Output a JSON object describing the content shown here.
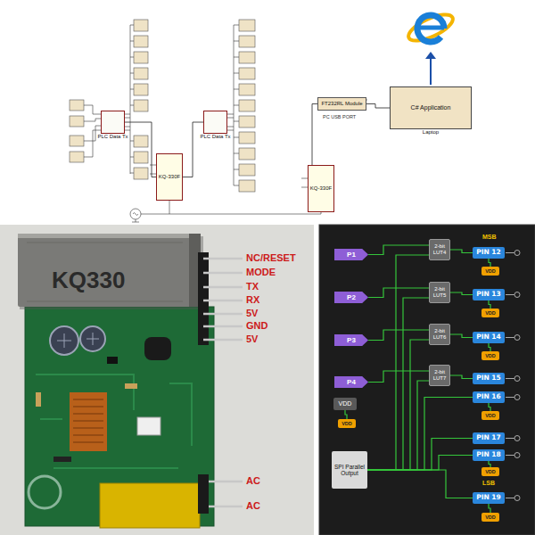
{
  "diagram": {
    "nodes": [
      {
        "text": [
          "PLC Data Tx"
        ]
      },
      {
        "text": [
          "PLC Data Tx"
        ]
      },
      {
        "text": [
          "KQ-330F"
        ]
      },
      {
        "text": [
          "KQ-330F"
        ]
      },
      {
        "text": [
          "FT232RL Module"
        ]
      },
      {
        "text": [
          "C# Application",
          "Laptop"
        ]
      },
      {
        "text": [
          "P1"
        ]
      },
      {
        "text": [
          "P2"
        ]
      },
      {
        "text": [
          "P3"
        ]
      },
      {
        "text": [
          "P4"
        ]
      },
      {
        "text": [
          "2-bit LUT4"
        ]
      },
      {
        "text": [
          "2-bit LUT5"
        ]
      },
      {
        "text": [
          "2-bit LUT6"
        ]
      },
      {
        "text": [
          "2-bit LUT7"
        ]
      },
      {
        "text": [
          "PIN 12"
        ]
      },
      {
        "text": [
          "PIN 13"
        ]
      },
      {
        "text": [
          "PIN 14"
        ]
      },
      {
        "text": [
          "PIN 15"
        ]
      },
      {
        "text": [
          "PIN 16"
        ]
      },
      {
        "text": [
          "PIN 17"
        ]
      },
      {
        "text": [
          "PIN 18"
        ]
      },
      {
        "text": [
          "PIN 19"
        ]
      },
      {
        "text": [
          "VDD"
        ]
      },
      {
        "text": [
          "SPI Parallel Output"
        ]
      },
      {
        "text": [
          "VDD"
        ]
      },
      {
        "text": [
          "VDD"
        ]
      },
      {
        "text": [
          "VDD"
        ]
      },
      {
        "text": [
          "VDD"
        ]
      },
      {
        "text": [
          "VDD"
        ]
      },
      {
        "text": [
          "VDD"
        ]
      },
      {
        "text": [
          "VDD"
        ]
      }
    ],
    "edges": [
      {
        "from": 0,
        "to": 2,
        "arrow": "none"
      },
      {
        "from": 2,
        "to": 1,
        "arrow": "none"
      },
      {
        "from": 3,
        "to": 4,
        "arrow": "none"
      },
      {
        "from": 4,
        "to": 5,
        "arrow": "none"
      },
      {
        "from": 6,
        "to": 10,
        "arrow": "none"
      },
      {
        "from": 7,
        "to": 11,
        "arrow": "none"
      },
      {
        "from": 8,
        "to": 12,
        "arrow": "none"
      },
      {
        "from": 9,
        "to": 13,
        "arrow": "none"
      },
      {
        "from": 23,
        "to": 10,
        "arrow": "none"
      },
      {
        "from": 23,
        "to": 11,
        "arrow": "none"
      },
      {
        "from": 23,
        "to": 12,
        "arrow": "none"
      },
      {
        "from": 23,
        "to": 13,
        "arrow": "none"
      },
      {
        "from": 10,
        "to": 14,
        "arrow": "none"
      },
      {
        "from": 11,
        "to": 15,
        "arrow": "none"
      },
      {
        "from": 12,
        "to": 16,
        "arrow": "none"
      },
      {
        "from": 13,
        "to": 17,
        "arrow": "none"
      },
      {
        "from": 23,
        "to": 18,
        "arrow": "none"
      },
      {
        "from": 23,
        "to": 19,
        "arrow": "none"
      },
      {
        "from": 23,
        "to": 20,
        "arrow": "none"
      },
      {
        "from": 23,
        "to": 21,
        "arrow": "none"
      },
      {
        "from": 14,
        "to": 24,
        "arrow": "none"
      },
      {
        "from": 15,
        "to": 25,
        "arrow": "none"
      },
      {
        "from": 16,
        "to": 26,
        "arrow": "none"
      },
      {
        "from": 18,
        "to": 27,
        "arrow": "none"
      },
      {
        "from": 20,
        "to": 28,
        "arrow": "none"
      },
      {
        "from": 21,
        "to": 29,
        "arrow": "none"
      },
      {
        "from": 22,
        "to": 30,
        "arrow": "none"
      }
    ],
    "labels": [
      "PC USB PORT",
      "KQ330",
      "NC/RESET",
      "MODE",
      "TX",
      "RX",
      "5V",
      "GND",
      "5V",
      "AC",
      "AC",
      "MSB",
      "LSB"
    ]
  }
}
